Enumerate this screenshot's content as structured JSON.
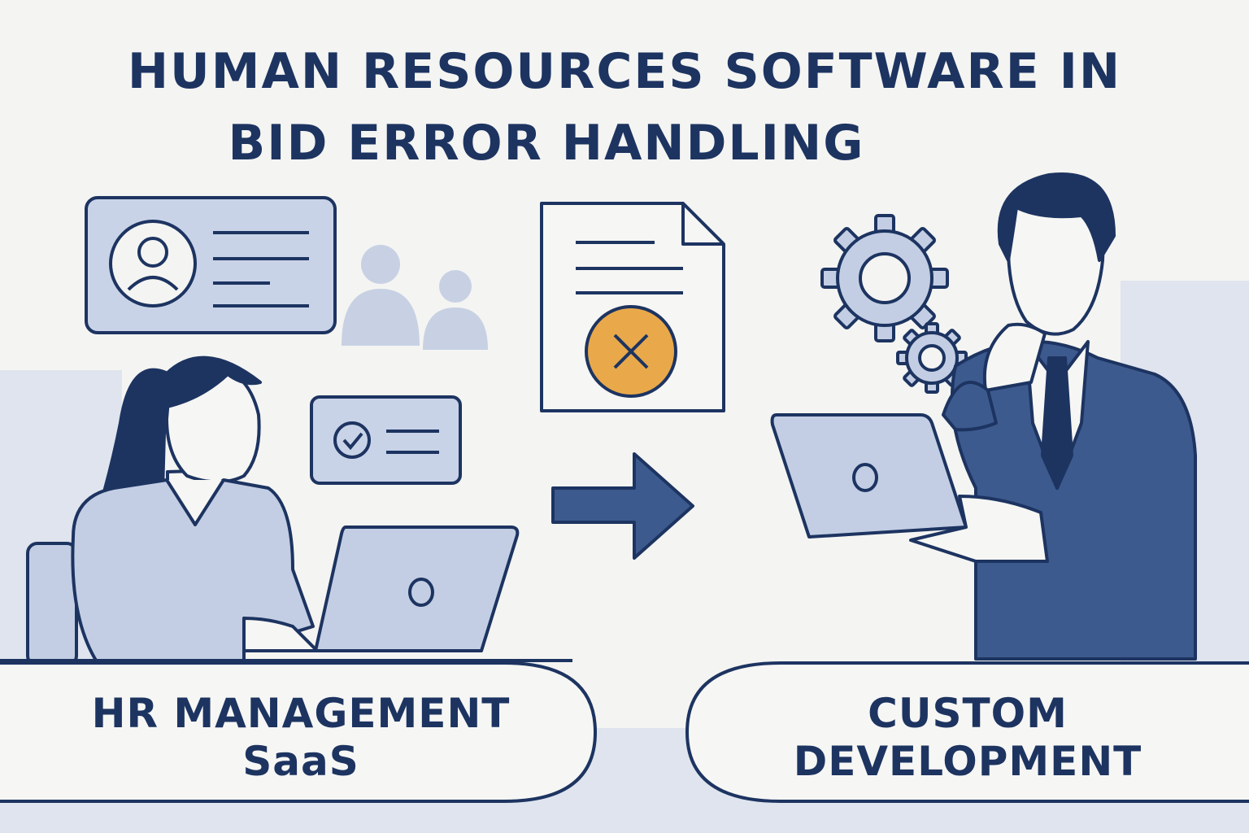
{
  "title": {
    "line1": "HUMAN RESOURCES SOFTWARE IN",
    "line2": "BID ERROR HANDLING"
  },
  "left_panel": {
    "line1": "HR MANAGEMENT",
    "line2": "SaaS"
  },
  "right_panel": {
    "line1": "CUSTOM",
    "line2": "DEVELOPMENT"
  },
  "colors": {
    "navy": "#1d3461",
    "light_blue": "#c3cee4",
    "mid_blue": "#3d5a8f",
    "accent_orange": "#e9a94a",
    "background": "#f4f4f2"
  },
  "icons": [
    "profile-card-icon",
    "people-silhouette-icon",
    "check-card-icon",
    "document-error-icon",
    "arrow-right-icon",
    "gears-icon",
    "laptop-icon"
  ]
}
